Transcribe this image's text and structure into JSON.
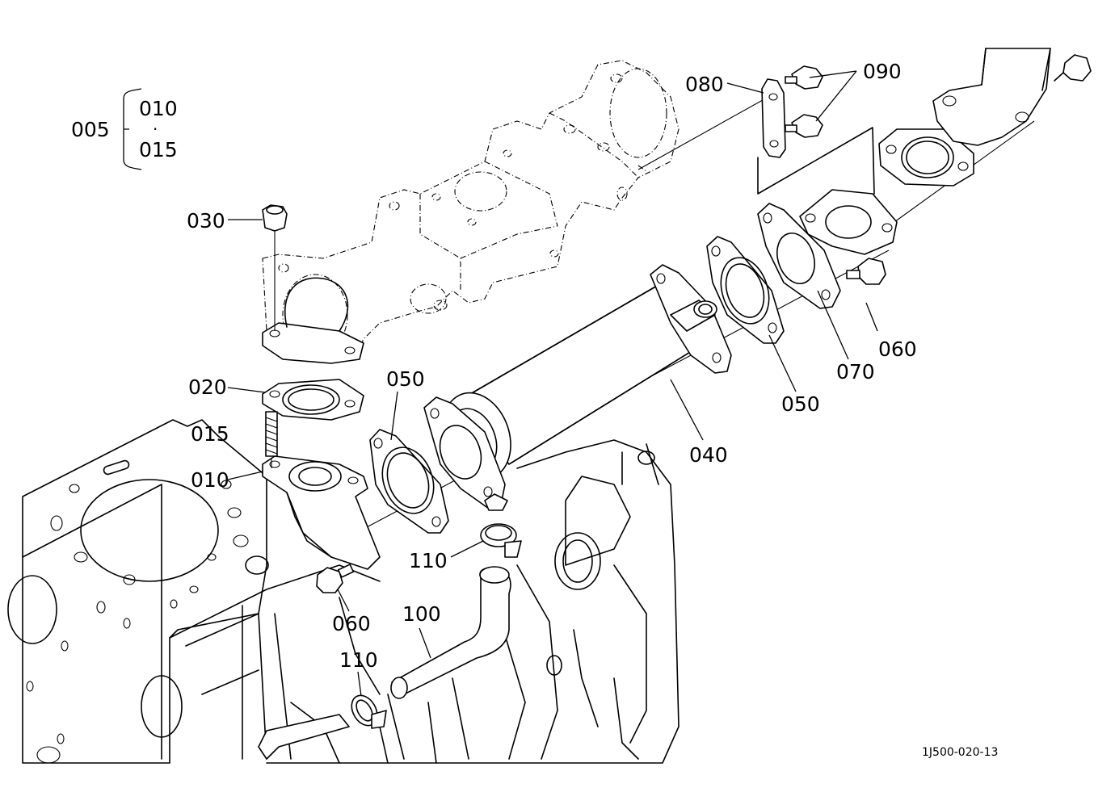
{
  "diagram_code": "1J500-020-13",
  "group": {
    "label": "005",
    "members": [
      "010",
      "015"
    ],
    "separator": "·"
  },
  "callouts": [
    {
      "id": "080",
      "label": "080"
    },
    {
      "id": "090",
      "label": "090"
    },
    {
      "id": "030",
      "label": "030"
    },
    {
      "id": "020",
      "label": "020"
    },
    {
      "id": "015",
      "label": "015"
    },
    {
      "id": "010",
      "label": "010"
    },
    {
      "id": "050a",
      "label": "050"
    },
    {
      "id": "050b",
      "label": "050"
    },
    {
      "id": "040",
      "label": "040"
    },
    {
      "id": "070",
      "label": "070"
    },
    {
      "id": "060a",
      "label": "060"
    },
    {
      "id": "060b",
      "label": "060"
    },
    {
      "id": "110a",
      "label": "110"
    },
    {
      "id": "110b",
      "label": "110"
    },
    {
      "id": "100",
      "label": "100"
    }
  ]
}
